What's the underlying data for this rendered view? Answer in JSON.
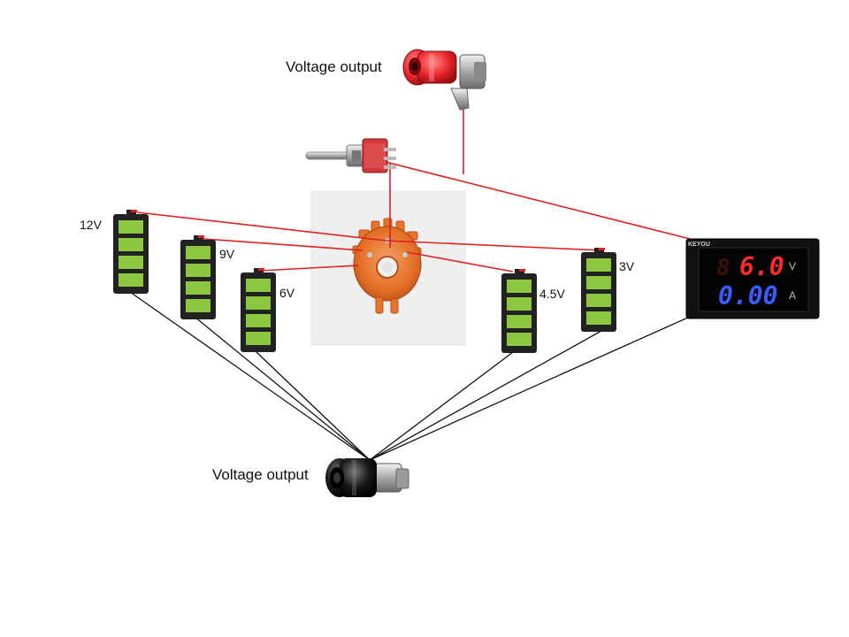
{
  "labels": {
    "top_output": "Voltage output",
    "bottom_output": "Voltage output"
  },
  "batteries": [
    {
      "id": "12v",
      "label": "12V"
    },
    {
      "id": "9v",
      "label": "9V"
    },
    {
      "id": "6v",
      "label": "6V"
    },
    {
      "id": "4-5v",
      "label": "4.5V"
    },
    {
      "id": "3v",
      "label": "3V"
    }
  ],
  "meter": {
    "brand": "KEYOU",
    "voltage_reading": "6.0",
    "current_reading": "0.00",
    "voltage_unit": "V",
    "current_unit": "A",
    "ghost_digit": "8"
  },
  "colors": {
    "wire_positive": "#e02020",
    "wire_negative": "#111111",
    "battery_cell": "#8dc63f",
    "battery_body": "#222222",
    "binding_post_red": "#e8252a",
    "binding_post_black": "#1a1a1a",
    "rotary_switch": "#e8742a",
    "meter_red": "#ff2a2a",
    "meter_blue": "#3a5cff"
  }
}
